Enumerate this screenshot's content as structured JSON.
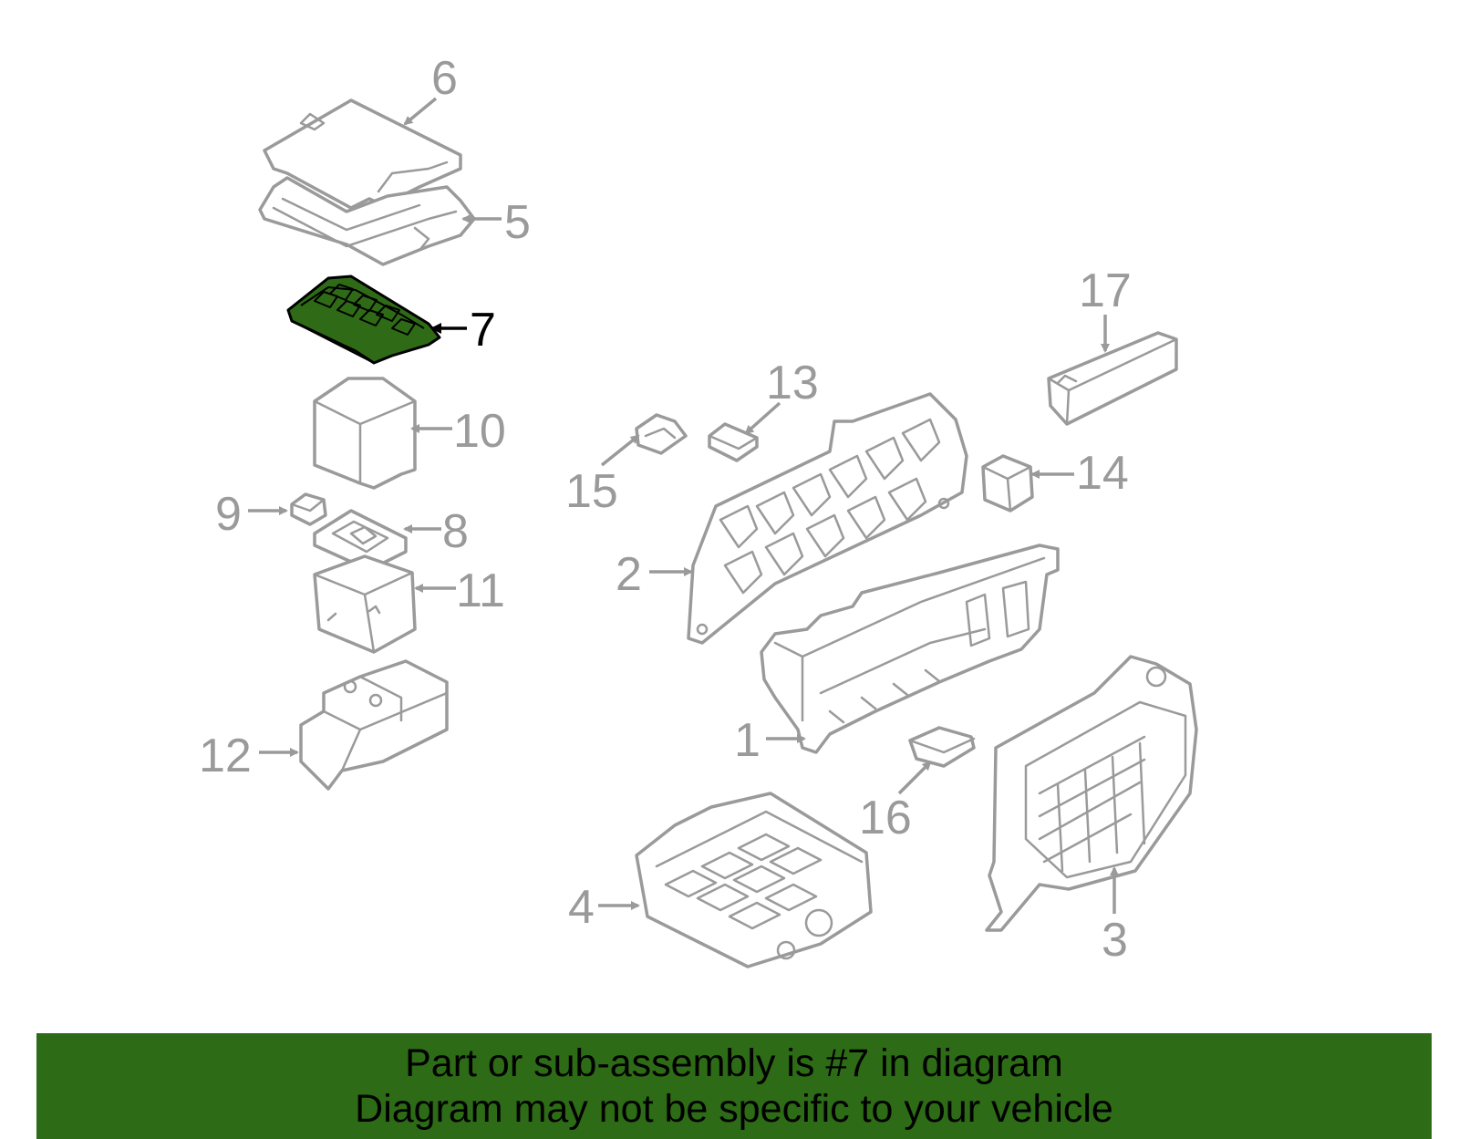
{
  "diagram": {
    "selected_part": "7",
    "callouts": [
      "1",
      "2",
      "3",
      "4",
      "5",
      "6",
      "7",
      "8",
      "9",
      "10",
      "11",
      "12",
      "13",
      "14",
      "15",
      "16",
      "17"
    ],
    "colors": {
      "selected_fill": "#2f6b16",
      "outline": "#9a9a9a",
      "banner": "#2d6b16"
    }
  },
  "banner": {
    "line1": "Part or sub-assembly is #7 in diagram",
    "line2": "Diagram may not be specific to your vehicle"
  }
}
